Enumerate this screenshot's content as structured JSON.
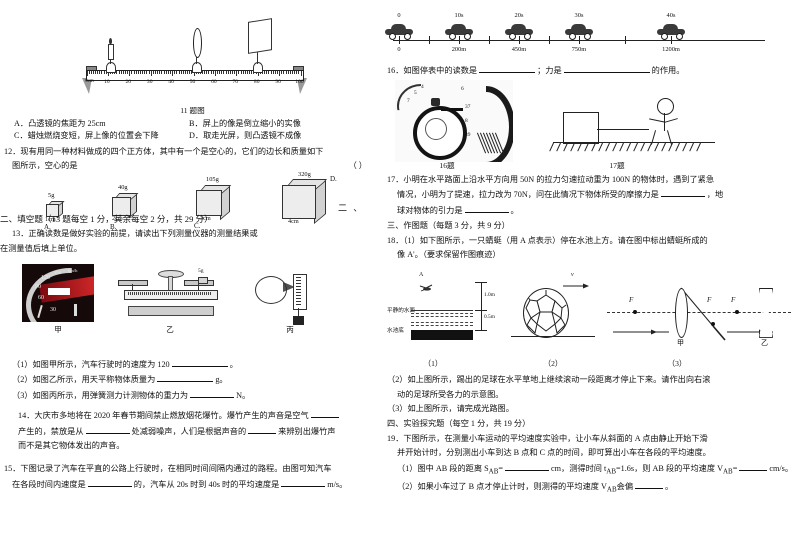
{
  "left_column": {
    "fig11_caption": "11 题图",
    "bench": {
      "unit_label": "0cm",
      "ticks": [
        "10",
        "20",
        "30",
        "40",
        "50",
        "60",
        "70",
        "80",
        "90",
        "100"
      ],
      "items": [
        "candle",
        "convex-lens",
        "screen"
      ]
    },
    "q11_options": [
      {
        "key": "A．",
        "text": "凸透镜的焦距为 25cm"
      },
      {
        "key": "B．",
        "text": "屏上的像是倒立缩小的实像"
      },
      {
        "key": "C．",
        "text": "蜡烛燃烧变短，屏上像的位置会下降"
      },
      {
        "key": "D．",
        "text": "取走光屏，则凸透镜不成像"
      }
    ],
    "q12": {
      "number": "12．",
      "text_line1": "现有用同一种材料做成的四个正方体，其中有一个是空心的，它们的边长和质量如下",
      "text_line2": "图所示，空心的是",
      "answer_bracket": "（      ）"
    },
    "cubes": [
      {
        "mass": "5g",
        "edge": "1cm",
        "letter": "A."
      },
      {
        "mass": "40g",
        "edge": "2cm",
        "letter": "B."
      },
      {
        "mass": "105g",
        "edge": "3cm",
        "letter": "C."
      },
      {
        "mass": "320g",
        "edge": "4cm",
        "letter": "D."
      }
    ],
    "section2_heading": "二、填空题（13 题每空 1 分，其余每空 2 分，共 29 分）",
    "section2_mark_right": "二 、",
    "q13": {
      "number": "13．",
      "text_line1": "正确读数是做好实验的前提，请读出下列测量仪器的测量结果或",
      "text_line2": "在测量值后填上单位。"
    },
    "instrument_labels": [
      "甲",
      "乙",
      "丙"
    ],
    "speedometer_numbers": [
      "30",
      "60",
      "90",
      "120",
      "150",
      "180"
    ],
    "speedometer_unit": "km/h",
    "balance_weight": "5g",
    "q13_subs": [
      {
        "label": "（1）",
        "pre": "如图甲所示，汽车行驶时的速度为 120",
        "post": "。"
      },
      {
        "label": "（2）",
        "pre": "如图乙所示，用天平称物体质量为",
        "post": "g。"
      },
      {
        "label": "（3）",
        "pre": "如图丙所示，用弹簧测力计测物体的重力为",
        "post": "N。"
      }
    ],
    "q14": {
      "number": "14．",
      "line1_a": "大庆市多地将在 2020 年春节期间禁止燃放烟花爆竹。爆竹产生的声音是空气",
      "line1_b": "产生的，禁放是从",
      "line1_c": "处减弱噪声，人们是根据声音的",
      "line1_d": "来辨别出爆竹声",
      "line2": "而不是其它物体发出的声音。"
    },
    "q15": {
      "number": "15．",
      "line1": "下图记录了汽车在平直的公路上行驶时，在相同时间间隔内通过的路程。由图可知汽车",
      "line2_a": "在各段时间内速度是",
      "line2_b": "的，汽车从 20s 时到 40s 时的平均速度是",
      "line2_c": "m/s。"
    }
  },
  "right_column": {
    "car_timeline": {
      "times": [
        "0",
        "10s",
        "20s",
        "30s",
        "40s"
      ],
      "distances": [
        "0",
        "200m",
        "450m",
        "750m",
        "1200m"
      ]
    },
    "q16": {
      "number": "16．",
      "pre": "如图停表中的读数是",
      "mid": "；力是",
      "post": "的作用。"
    },
    "fig16_caption": "16题",
    "fig17_caption": "17题",
    "stopwatch_numbers": [
      "4",
      "5",
      "6",
      "7",
      "8",
      "37",
      "39"
    ],
    "q17": {
      "number": "17．",
      "line1": "小明在水平路面上沿水平方向用 50N 的拉力匀速拉动重为 100N 的物体时，遇到了紧急",
      "line2_a": "情况，小明为了提速，拉力改为 70N，问在此情况下物体所受的摩擦力是",
      "line2_b": "，地",
      "line3_a": "球对物体的引力是",
      "line3_b": "。"
    },
    "section3_heading": "三、作图题（每题 3 分，共 9 分）",
    "q18": {
      "number": "18．",
      "line1": "（1）如下图所示，一只蜻蜓（用 A 点表示）停在水池上方。请在图中标出蜻蜓所成的",
      "line2": "像 A'。（要求保留作图痕迹）"
    },
    "pool_diagram": {
      "labels": [
        "平静的水面",
        "水池底"
      ],
      "dims": [
        "1.0m",
        "0.5m"
      ],
      "point": "A"
    },
    "ball_diagram": {
      "velocity_label": "v"
    },
    "lens_diagram": {
      "focus_labels": [
        "F",
        "F",
        "F"
      ],
      "sub_labels": [
        "甲",
        "乙"
      ]
    },
    "figure_numbers": [
      "（1）",
      "（2）",
      "（3）"
    ],
    "q18_2": {
      "label": "（2）",
      "line1": "如上图所示，踢出的足球在水平草地上继续滚动一段距离才停止下来。请作出向右滚",
      "line2": "动的足球所受各力的示意图。"
    },
    "q18_3": {
      "label": "（3）",
      "line1": "如上图所示，请完成光路图。"
    },
    "section4_heading": "四、实验探究题（每空 1 分，共 19 分）",
    "q19": {
      "number": "19．",
      "line1": "下图所示，在测量小车运动的平均速度实验中，让小车从斜面的 A 点由静止开始下滑",
      "line2": "并开始计时，分别测出小车到达 B 点和 C 点的时间，即可算出小车在各段的平均速度。",
      "sub1_a": "（1）图中 AB 段的距离 S",
      "sub1_sub": "AB",
      "sub1_b": "=",
      "sub1_c": "cm，测得时间 t",
      "sub1_sub2": "AB",
      "sub1_d": "=1.6s，则 AB 段的平均速度 V",
      "sub1_sub3": "AB",
      "sub1_e": "=",
      "sub1_f": "cm/s。",
      "sub2_a": "（2）如果小车过了 B 点才停止计时，则测得的平均速度 V",
      "sub2_sub": "AB",
      "sub2_b": "会偏",
      "sub2_c": "。"
    }
  },
  "colors": {
    "ink": "#111111",
    "rule": "#222222",
    "gray_fill": "#e4e4e4"
  }
}
